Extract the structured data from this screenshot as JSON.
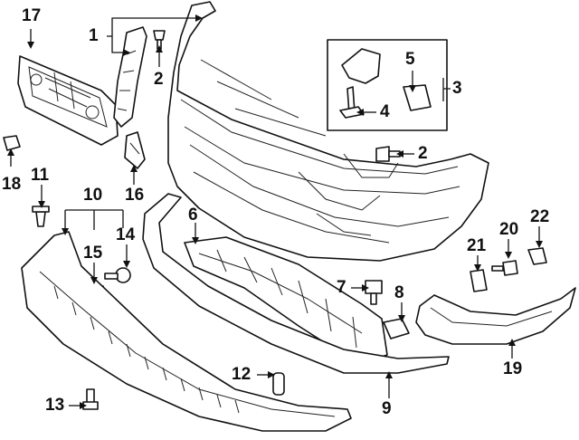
{
  "callouts": [
    "1",
    "2",
    "3",
    "4",
    "5",
    "6",
    "7",
    "8",
    "9",
    "10",
    "11",
    "12",
    "13",
    "14",
    "15",
    "16",
    "17",
    "18",
    "19",
    "20",
    "21",
    "22"
  ],
  "callout_2b": "2"
}
